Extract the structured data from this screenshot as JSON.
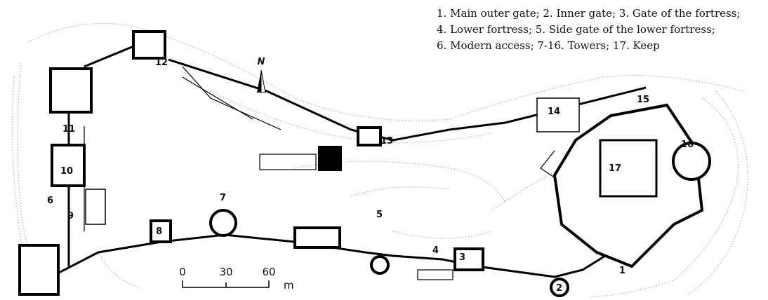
{
  "legend": [
    "1. Main outer gate;   2. Inner gate;   3. Gate of the fortress;",
    "4. Lower fortress;   5. Side gate of the lower fortress;",
    "6. Modern access;   7-16. Towers;   17. Keep"
  ],
  "north_label": "N",
  "scale": {
    "ticks": [
      "0",
      "30",
      "60"
    ],
    "unit": "m"
  },
  "labels": {
    "l1": "1",
    "l2": "2",
    "l3": "3",
    "l4": "4",
    "l5": "5",
    "l6": "6",
    "l7": "7",
    "l8": "8",
    "l9": "9",
    "l10": "10",
    "l11": "11",
    "l12": "12",
    "l13": "13",
    "l14": "14",
    "l15": "15",
    "l16": "16",
    "l17": "17"
  }
}
